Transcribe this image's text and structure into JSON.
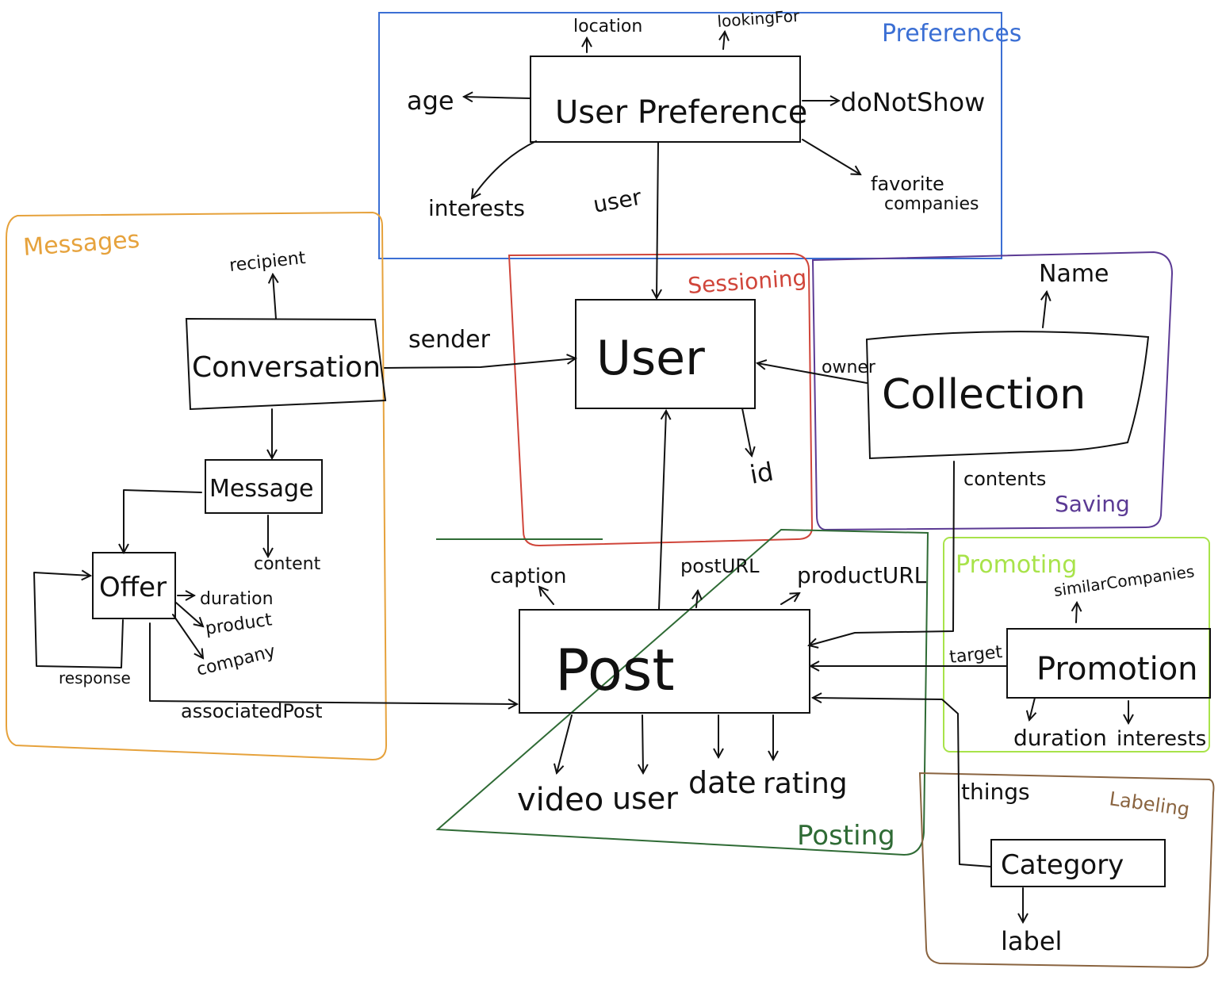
{
  "colors": {
    "preferences": "#3b6fd4",
    "messages": "#e6a23c",
    "sessioning": "#d0453a",
    "saving": "#5b3a94",
    "posting": "#2f6b35",
    "promoting": "#a8e34a",
    "labeling": "#8a6440",
    "ink": "#111111"
  },
  "groups": {
    "preferences": "Preferences",
    "messages": "Messages",
    "sessioning": "Sessioning",
    "saving": "Saving",
    "posting": "Posting",
    "promoting": "Promoting",
    "labeling": "Labeling"
  },
  "entities": {
    "user_preference": "User Preference",
    "user": "User",
    "collection": "Collection",
    "conversation": "Conversation",
    "message": "Message",
    "offer": "Offer",
    "post": "Post",
    "promotion": "Promotion",
    "category": "Category"
  },
  "fields": {
    "location": "location",
    "looking_for": "lookingFor",
    "age": "age",
    "do_not_show": "doNotShow",
    "interests_pref": "interests",
    "user_pref": "user",
    "favorite": "favorite",
    "companies": "companies",
    "recipient": "recipient",
    "sender": "sender",
    "owner": "owner",
    "name": "Name",
    "id": "id",
    "contents": "contents",
    "content": "content",
    "duration_offer": "duration",
    "product": "product",
    "company": "company",
    "response": "response",
    "associated_post": "associatedPost",
    "caption": "caption",
    "post_url": "postURL",
    "product_url": "productURL",
    "video": "video",
    "user_post": "user",
    "date": "date",
    "rating": "rating",
    "target": "target",
    "similar_companies": "similarCompanies",
    "duration_promo": "duration",
    "interests_promo": "interests",
    "things": "things",
    "label": "label"
  }
}
